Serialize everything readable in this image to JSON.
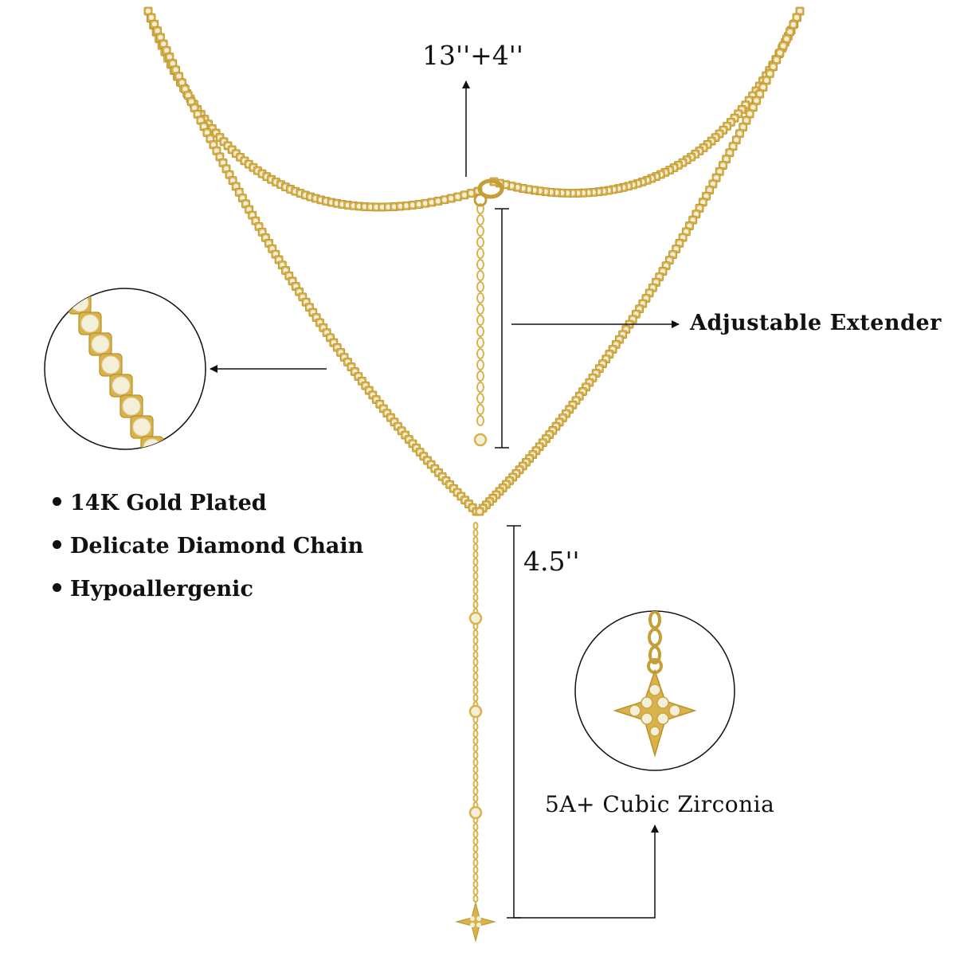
{
  "labels": {
    "length": "13''+4''",
    "extender": "Adjustable Extender",
    "drop": "4.5''",
    "stone": "5A+ Cubic Zirconia"
  },
  "features": [
    "14K Gold Plated",
    "Delicate Diamond Chain",
    "Hypoallergenic"
  ],
  "colors": {
    "gold": "#d9b24a",
    "gold_dark": "#b8912c",
    "stone": "#f4efd8",
    "ink": "#111111"
  }
}
